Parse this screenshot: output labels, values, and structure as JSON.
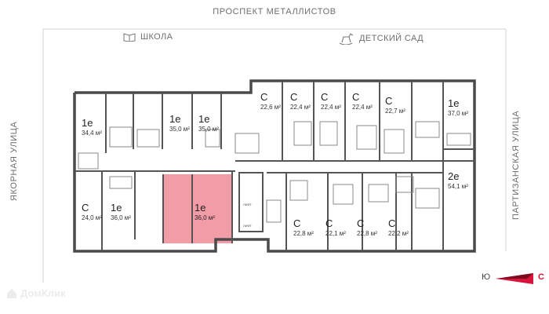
{
  "streets": {
    "top": "ПРОСПЕКТ МЕТАЛЛИСТОВ",
    "left": "ЯКОРНАЯ УЛИЦА",
    "right": "ПАРТИЗАНСКАЯ УЛИЦА"
  },
  "poi": {
    "school": "ШКОЛА",
    "kindergarten": "ДЕТСКИЙ САД"
  },
  "apartments": [
    {
      "type": "1е",
      "area": "34,4 м²"
    },
    {
      "type": "1е",
      "area": "35,0 м²"
    },
    {
      "type": "1е",
      "area": "35,0 м²"
    },
    {
      "type": "С",
      "area": "22,6 м²"
    },
    {
      "type": "С",
      "area": "22,4 м²"
    },
    {
      "type": "С",
      "area": "22,4 м²"
    },
    {
      "type": "С",
      "area": "22,4 м²"
    },
    {
      "type": "С",
      "area": "22,7 м²"
    },
    {
      "type": "1е",
      "area": "37,0 м²"
    },
    {
      "type": "С",
      "area": "24,0 м²"
    },
    {
      "type": "1е",
      "area": "36,0 м²"
    },
    {
      "type": "1е",
      "area": "36,0 м²"
    },
    {
      "type": "С",
      "area": "22,8 м²"
    },
    {
      "type": "С",
      "area": "22,1 м²"
    },
    {
      "type": "С",
      "area": "22,8 м²"
    },
    {
      "type": "С",
      "area": "22,2 м²"
    },
    {
      "type": "2е",
      "area": "54,1 м²"
    }
  ],
  "elevator": {
    "top": "ЛИФТ",
    "bottom": "ЛИФТ"
  },
  "compass": {
    "south": "Ю",
    "north": "С"
  },
  "watermark": "ДомКлик",
  "colors": {
    "selected": "#f08b98",
    "walls": "#4a4a4a",
    "frame": "#cfcfcf"
  }
}
